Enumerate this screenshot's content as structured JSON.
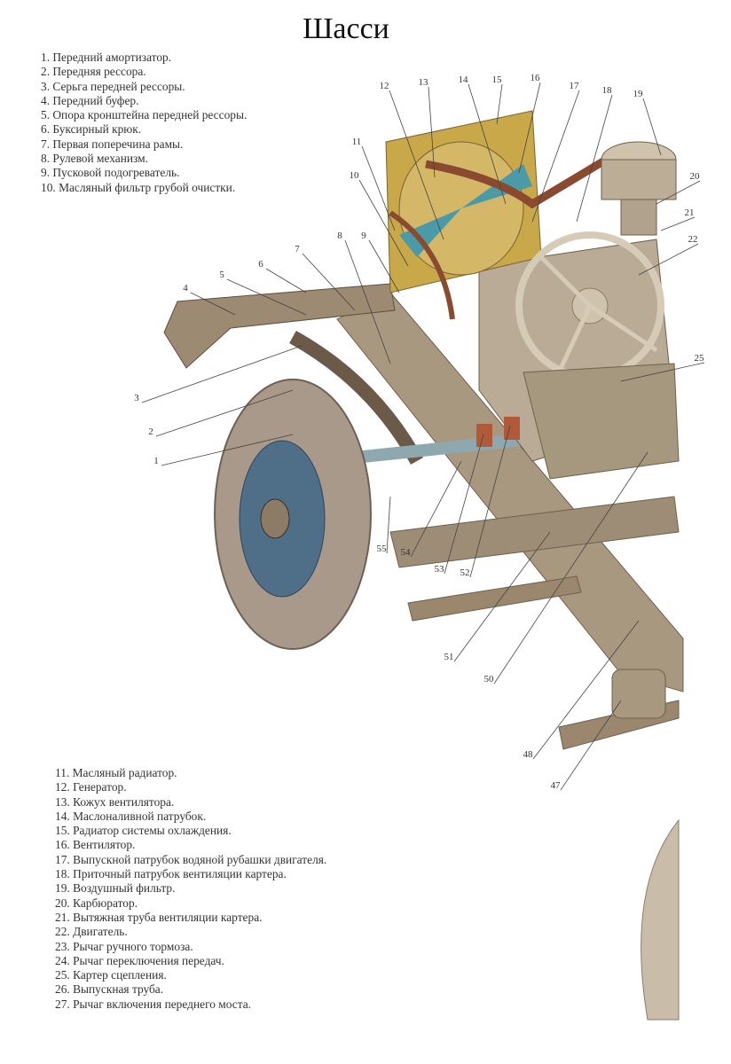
{
  "title": "Шасси",
  "legend_top": [
    "1. Передний амортизатор.",
    "2. Передняя рессора.",
    "3. Серьга передней рессоры.",
    "4. Передний буфер.",
    "5. Опора кронштейна передней рессоры.",
    "6. Буксирный крюк.",
    "7. Первая поперечина рамы.",
    "8. Рулевой механизм.",
    "9. Пусковой подогреватель.",
    "10. Масляный фильтр грубой очистки."
  ],
  "legend_bottom": [
    "11. Масляный радиатор.",
    "12. Генератор.",
    "13. Кожух вентилятора.",
    "14. Маслоналивной патрубок.",
    "15. Радиатор системы охлаждения.",
    "16. Вентилятор.",
    "17. Выпускной патрубок водяной рубашки двигателя.",
    "18. Приточный патрубок вентиляции картера.",
    "19. Воздушный фильтр.",
    "20. Карбюратор.",
    "21. Вытяжная труба вентиляции картера.",
    "22. Двигатель.",
    "23. Рычаг ручного тормоза.",
    "24. Рычаг переключения передач.",
    "25. Картер сцепления.",
    "26. Выпускная труба.",
    "27. Рычаг включения переднего моста."
  ],
  "callouts": [
    "1",
    "2",
    "3",
    "4",
    "5",
    "6",
    "7",
    "8",
    "9",
    "10",
    "11",
    "12",
    "13",
    "14",
    "15",
    "16",
    "17",
    "18",
    "19",
    "20",
    "21",
    "22",
    "25",
    "47",
    "48",
    "50",
    "51",
    "52",
    "53",
    "54",
    "55"
  ],
  "colors": {
    "body": "#b3a48e",
    "dark": "#6f5f4c",
    "radiator": "#c9a84a",
    "hose": "#8a4a30",
    "fan": "#4a9aa8",
    "tire": "#a8998a",
    "rim": "#4f6f88"
  }
}
